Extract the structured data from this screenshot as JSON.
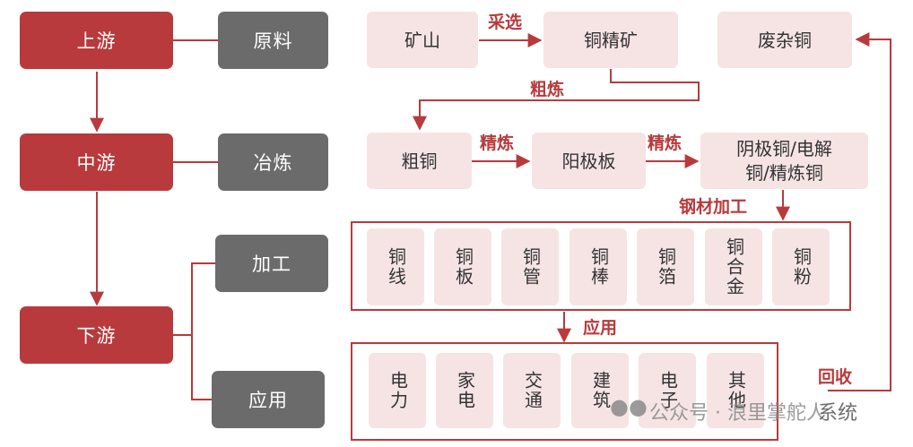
{
  "chain": {
    "upstream": "上游",
    "midstream": "中游",
    "downstream": "下游"
  },
  "stages": {
    "raw": "原料",
    "smelting": "冶炼",
    "processing": "加工",
    "application": "应用"
  },
  "raw_row": {
    "mine": "矿山",
    "concentrate": "铜精矿",
    "scrap": "废杂铜"
  },
  "smelt_row": {
    "blister": "粗铜",
    "anode": "阳极板",
    "cathode_line1": "阴极铜/电解",
    "cathode_line2": "铜/精炼铜"
  },
  "edges": {
    "beneficiation": "采选",
    "rough_smelting": "粗炼",
    "refining_1": "精炼",
    "refining_2": "精炼",
    "copper_processing": "钢材加工",
    "use": "应用",
    "recycle": "回收"
  },
  "products": [
    "铜线",
    "铜板",
    "铜管",
    "铜棒",
    "铜箔",
    "铜合金",
    "铜粉"
  ],
  "applications": [
    "电力",
    "家电",
    "交通",
    "建筑",
    "电子",
    "其他"
  ],
  "watermark": {
    "text": "公众号 · 浪里掌舵人",
    "overlay": "系统"
  },
  "colors": {
    "accent": "#b83a3c",
    "stage_gray": "#6b6b6b",
    "node_pink": "#f6e4e4"
  }
}
